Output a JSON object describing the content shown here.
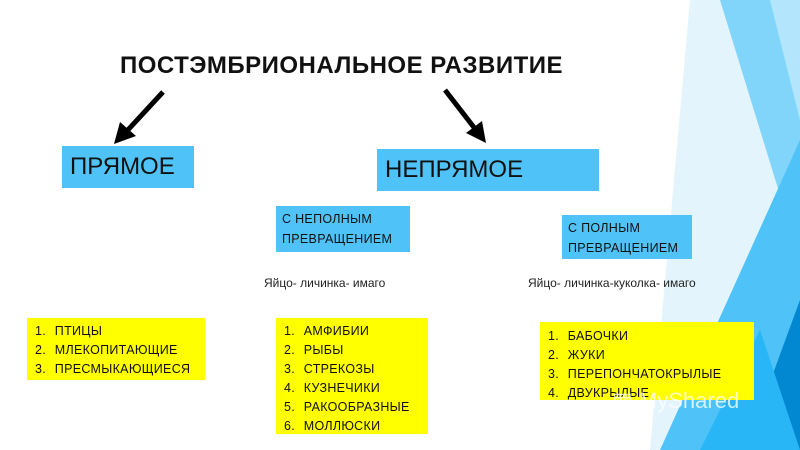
{
  "title": "ПОСТЭМБРИОНАЛЬНОЕ РАЗВИТИЕ",
  "direct": {
    "label": "ПРЯМОЕ",
    "items": [
      "ПТИЦЫ",
      "МЛЕКОПИТАЮЩИЕ",
      "ПРЕСМЫКАЮЩИЕСЯ"
    ]
  },
  "indirect": {
    "label": "НЕПРЯМОЕ",
    "incomplete": {
      "label_line1": "С НЕПОЛНЫМ",
      "label_line2": "ПРЕВРАЩЕНИЕМ",
      "stages": "Яйцо- личинка- имаго",
      "items": [
        "АМФИБИИ",
        "РЫБЫ",
        "СТРЕКОЗЫ",
        "КУЗНЕЧИКИ",
        "РАКООБРАЗНЫЕ",
        "МОЛЛЮСКИ"
      ]
    },
    "complete": {
      "label_line1": "С ПОЛНЫМ",
      "label_line2": "ПРЕВРАЩЕНИЕМ",
      "stages": "Яйцо- личинка-куколка- имаго",
      "items": [
        "БАБОЧКИ",
        "ЖУКИ",
        "ПЕРЕПОНЧАТОКРЫЛЫЕ",
        "ДВУКРЫЛЫЕ"
      ]
    }
  },
  "watermark": "MyShared",
  "colors": {
    "accent_blue": "#4fc3f7",
    "list_yellow": "#ffff00",
    "deco_blue": "#29b6f6"
  }
}
